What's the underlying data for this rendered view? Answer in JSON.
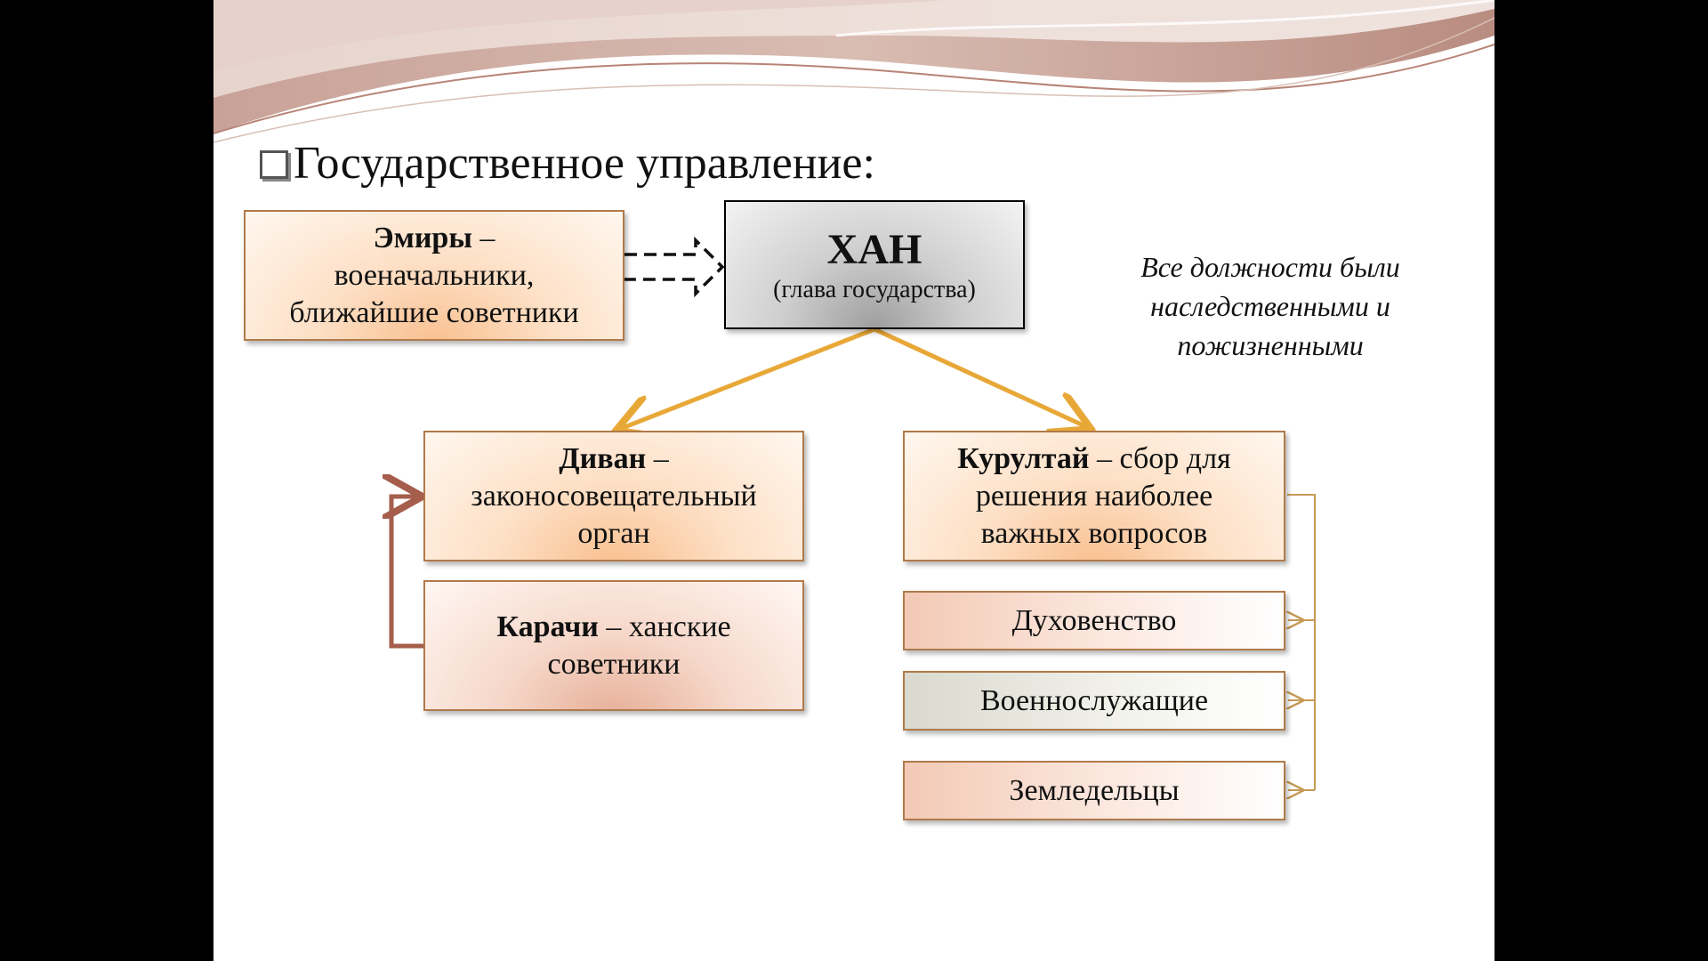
{
  "title": "Государственное управление:",
  "khan": {
    "title": "ХАН",
    "subtitle": "(глава государства)"
  },
  "emirs": {
    "term": "Эмиры",
    "desc1": " – ",
    "line2": "военачальники,",
    "line3": "ближайшие советники"
  },
  "divan": {
    "term": "Диван",
    "desc1": " –",
    "line2": "законосовещательный",
    "line3": "орган"
  },
  "karachi": {
    "term": "Карачи",
    "desc1": " – ханские",
    "line2": "советники"
  },
  "kurultai": {
    "term": "Курултай",
    "desc1": " – сбор для",
    "line2": "решения наиболее",
    "line3": "важных вопросов"
  },
  "estates": [
    "Духовенство",
    "Военнослужащие",
    "Земледельцы"
  ],
  "note": {
    "line1": "Все должности были",
    "line2": "наследственными и",
    "line3": "пожизненными"
  },
  "colors": {
    "arrow_orange": "#e8a838",
    "arrow_brown": "#a45e4b",
    "connector": "#c69a54",
    "box_border": "#b07a4a"
  }
}
